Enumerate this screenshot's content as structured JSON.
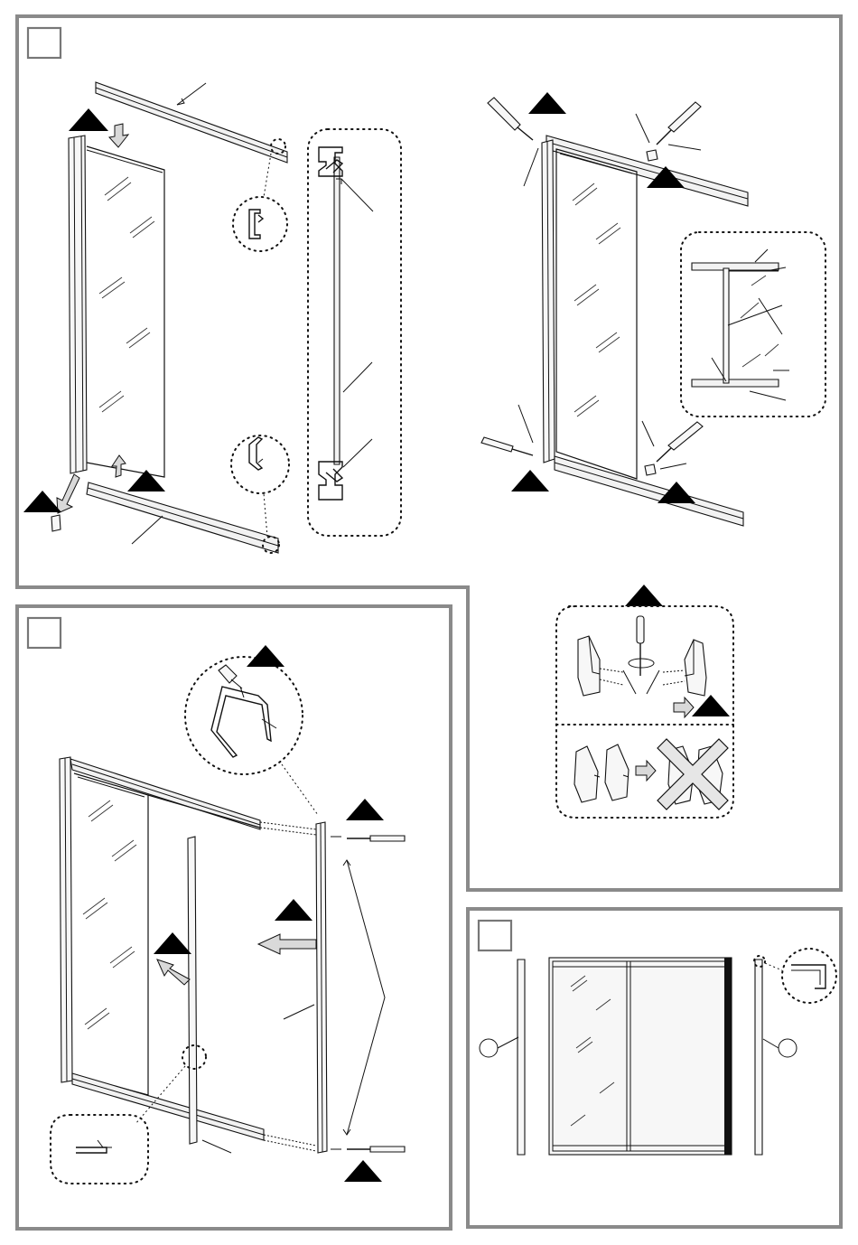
{
  "figure": {
    "description_kind": "assembly-instructions",
    "step_boxes": [
      {
        "id": "step-1",
        "label": ""
      },
      {
        "id": "step-2",
        "label": ""
      },
      {
        "id": "step-3",
        "label": ""
      },
      {
        "id": "step-4",
        "label": ""
      }
    ],
    "callout_circles": [
      {
        "id": "callout-left",
        "label": ""
      },
      {
        "id": "callout-right",
        "label": ""
      }
    ],
    "colors": {
      "panel_border": "#8a8a8a",
      "ink": "#111111",
      "warning_triangle": "#000000",
      "arrow_fill": "#d9d9d9"
    },
    "icons": [
      "warning-triangle-icon",
      "screwdriver-icon",
      "direction-arrow-icon",
      "rotate-icon",
      "cross-out-icon"
    ]
  }
}
